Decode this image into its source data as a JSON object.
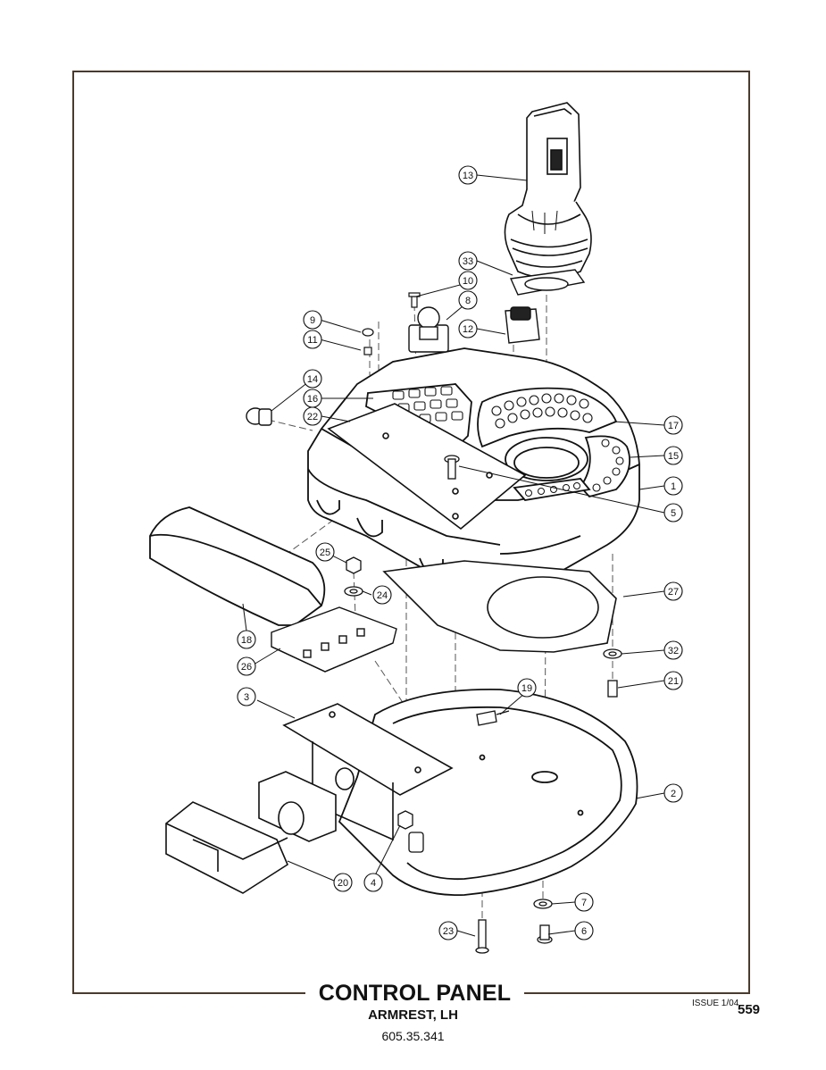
{
  "title": "CONTROL PANEL",
  "subtitle": "ARMREST, LH",
  "part_number": "605.35.341",
  "issue": "ISSUE 1/04",
  "page_number": "559",
  "callouts": {
    "c1": "1",
    "c2": "2",
    "c3": "3",
    "c4": "4",
    "c5": "5",
    "c6": "6",
    "c7": "7",
    "c8": "8",
    "c9": "9",
    "c10": "10",
    "c11": "11",
    "c12": "12",
    "c13": "13",
    "c14": "14",
    "c15": "15",
    "c16": "16",
    "c17": "17",
    "c18": "18",
    "c19": "19",
    "c20": "20",
    "c21": "21",
    "c22": "22",
    "c23": "23",
    "c24": "24",
    "c25": "25",
    "c26": "26",
    "c27": "27",
    "c32": "32",
    "c33": "33"
  }
}
